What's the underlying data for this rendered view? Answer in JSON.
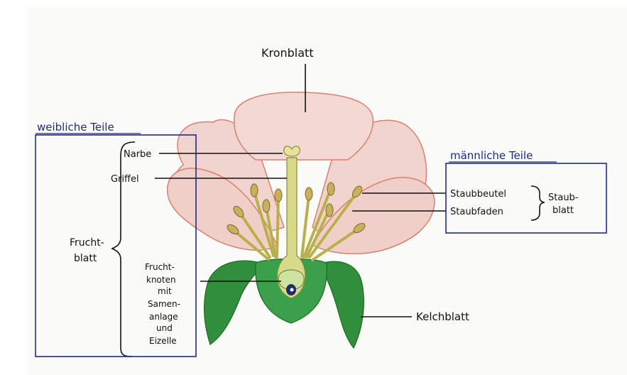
{
  "labels": {
    "kronblatt": "Kronblatt",
    "narbe": "Narbe",
    "griffel": "Griffel",
    "fruchtblatt": [
      "Frucht-",
      "blatt"
    ],
    "fruchtknoten": [
      "Frucht-",
      "knoten",
      "mit",
      "Samen-",
      "anlage",
      "und",
      "Eizelle"
    ],
    "staubbeutel": "Staubbeutel",
    "staubfaden": "Staubfaden",
    "staubblatt": [
      "Staub-",
      "blatt"
    ],
    "kelchblatt": "Kelchblatt"
  },
  "groups": {
    "female_title": "weibliche Teile",
    "male_title": "männliche Teile"
  },
  "colors": {
    "petal_fill": "#f2d4cf",
    "petal_outline": "#d9806f",
    "sepal": "#2f8f3a",
    "receptacle": "#3aa04a",
    "pistil": "#d9d98a",
    "stamen": "#b9b04a",
    "anther": "#c8b15a",
    "ovule": "#1a2f6a",
    "box_outline": "#1f2a8a"
  }
}
